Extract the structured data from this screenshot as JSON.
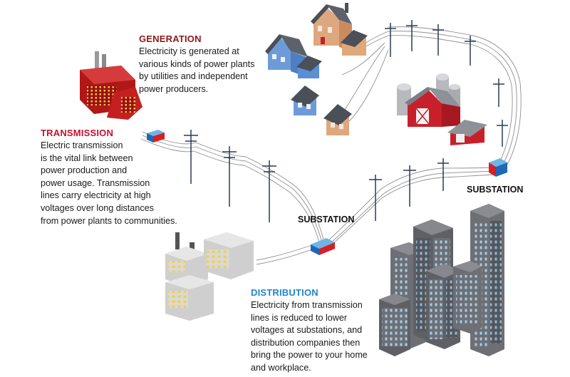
{
  "generation": {
    "heading": "GENERATION",
    "text": "Electricity is generated at\nvarious kinds of power plants\nby utilities and independent\npower producers.",
    "color": "#8b1a1a"
  },
  "transmission": {
    "heading": "TRANSMISSION",
    "text": "Electric transmission\nis the vital link between\npower production and\npower usage. Transmission\nlines carry electricity at high\nvoltages over long distances\nfrom power plants to communities.",
    "color": "#c8102e"
  },
  "distribution": {
    "heading": "DISTRIBUTION",
    "text": "Electricity from transmission\nlines is reduced to lower\nvoltages at substations, and\ndistribution companies then\nbring the power to your home\nand workplace.",
    "color": "#1f86c8"
  },
  "substation_labels": {
    "right": "SUBSTATION",
    "center": "SUBSTATION"
  },
  "icons": [
    "power-plant-icon",
    "transformer-icon",
    "transmission-tower-icon",
    "house-icon",
    "barn-icon",
    "silo-icon",
    "substation-icon",
    "factory-icon",
    "office-tower-icon"
  ]
}
